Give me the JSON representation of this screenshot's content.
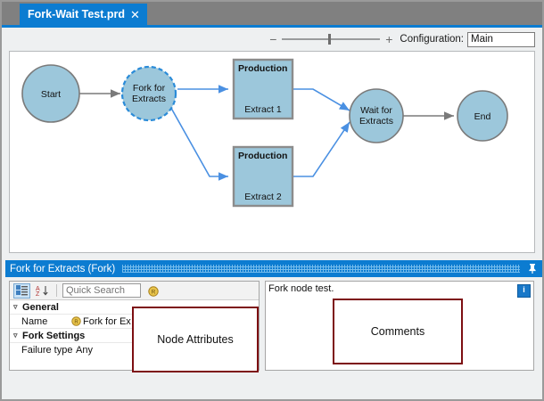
{
  "window": {
    "tab": {
      "title": "Fork-Wait Test.prd",
      "close_icon": "close-icon",
      "close_glyph": "✕"
    }
  },
  "toolbar": {
    "zoom_out_glyph": "−",
    "zoom_in_glyph": "+",
    "zoom_level_percent": 100,
    "configuration_label": "Configuration:",
    "configuration_value": "Main"
  },
  "diagram": {
    "nodes": [
      {
        "id": "start",
        "type": "circle",
        "label": "Start",
        "selected": false
      },
      {
        "id": "fork",
        "type": "circle",
        "label": "Fork for Extracts",
        "label_line1": "Fork for",
        "label_line2": "Extracts",
        "selected": true
      },
      {
        "id": "prod1",
        "type": "box",
        "title": "Production",
        "label": "Extract 1"
      },
      {
        "id": "prod2",
        "type": "box",
        "title": "Production",
        "label": "Extract 2"
      },
      {
        "id": "wait",
        "type": "circle",
        "label": "Wait for Extracts",
        "label_line1": "Wait for",
        "label_line2": "Extracts",
        "selected": false
      },
      {
        "id": "end",
        "type": "circle",
        "label": "End",
        "selected": false
      }
    ],
    "edges": [
      {
        "from": "start",
        "to": "fork",
        "color": "#7a7a7a"
      },
      {
        "from": "fork",
        "to": "prod1",
        "color": "#4a90e2"
      },
      {
        "from": "fork",
        "to": "prod2",
        "color": "#4a90e2"
      },
      {
        "from": "prod1",
        "to": "wait",
        "color": "#4a90e2"
      },
      {
        "from": "prod2",
        "to": "wait",
        "color": "#4a90e2"
      },
      {
        "from": "wait",
        "to": "end",
        "color": "#7a7a7a"
      }
    ],
    "colors": {
      "node_fill": "#9cc7db",
      "node_stroke": "#7a7a7a",
      "selection_stroke": "#2a8bd8",
      "box_stroke": "#8c8c8c",
      "edge_blue": "#4a90e2",
      "edge_gray": "#7a7a7a"
    }
  },
  "properties_panel": {
    "header_title": "Fork for Extracts (Fork)",
    "pin_icon": "pin-icon",
    "toolbar": {
      "categorized_icon": "categorized-view-icon",
      "alphabetical_icon": "sort-alphabetical-icon",
      "search_placeholder": "Quick Search",
      "search_value": "",
      "badge_icon": "gold-registered-icon"
    },
    "rows": [
      {
        "kind": "category",
        "label": "General",
        "expander": "▿"
      },
      {
        "kind": "property",
        "label": "Name",
        "icon": "gold-registered-icon",
        "value": "Fork for Ex"
      },
      {
        "kind": "category",
        "label": "Fork Settings",
        "expander": "▿"
      },
      {
        "kind": "property",
        "label": "Failure type",
        "icon": "",
        "value": "Any"
      }
    ]
  },
  "comments_panel": {
    "text": "Fork node test.",
    "info_icon": "info-icon",
    "info_glyph": "i"
  },
  "annotations": [
    {
      "id": "node-attributes",
      "label": "Node Attributes",
      "color": "#7d0f12"
    },
    {
      "id": "comments",
      "label": "Comments",
      "color": "#7d0f12"
    }
  ]
}
